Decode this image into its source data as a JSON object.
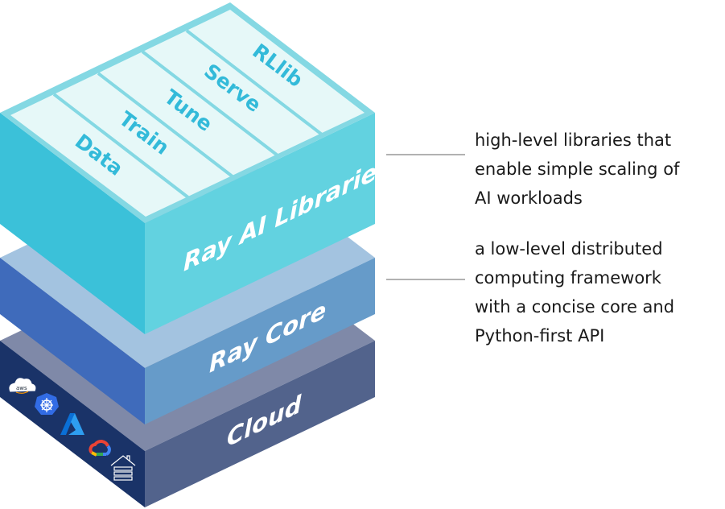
{
  "stack": {
    "libraries": {
      "label": "Ray AI Libraries",
      "modules": [
        "Data",
        "Train",
        "Tune",
        "Serve",
        "RLlib"
      ]
    },
    "core": {
      "label": "Ray Core"
    },
    "cloud": {
      "label": "Cloud",
      "icons": [
        "aws-icon",
        "kubernetes-icon",
        "azure-icon",
        "google-cloud-icon",
        "on-premise-server-icon"
      ],
      "aws_text": "aws"
    }
  },
  "descriptions": {
    "libraries": [
      "high-level libraries that",
      "enable simple scaling of",
      "AI workloads"
    ],
    "core": [
      "a low-level distributed",
      "computing framework",
      "with a concise core and",
      "Python-first API"
    ]
  },
  "colors": {
    "libraries_top": "#e6f8f8",
    "libraries_left": "#3bc1d9",
    "libraries_right": "#62d2e0",
    "core_top": "#a3c3e0",
    "core_left": "#3f6bbb",
    "core_right": "#669bc9",
    "cloud_top": "#7f89a8",
    "cloud_left": "#1a3368",
    "cloud_right": "#52638c"
  }
}
